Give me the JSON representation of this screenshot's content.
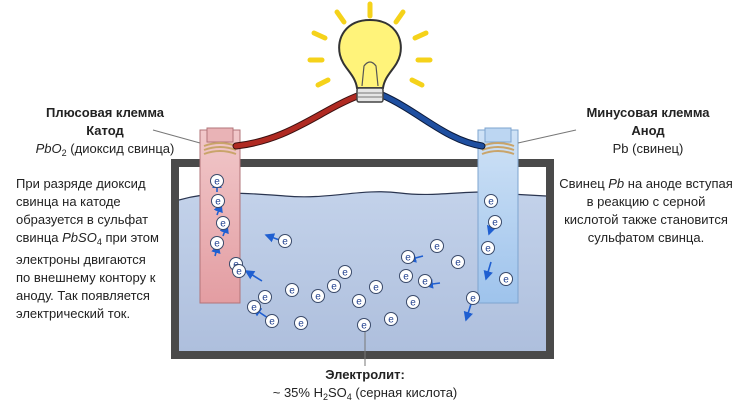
{
  "left": {
    "title1": "Плюсовая клемма",
    "title2": "Катод",
    "formula_a": "PbO",
    "formula_sub": "2",
    "formula_b": " (диоксид свинца)",
    "desc_line1": "При разряде диоксид",
    "desc_line2": "свинца на катоде",
    "desc_line3": "образуется в сульфат",
    "desc_line4_a": "свинца ",
    "desc_line4_b": "PbSO",
    "desc_line4_sub": "4",
    "desc_line4_c": " при этом",
    "desc_line5": "электроны двигаются",
    "desc_line6": "по внешнему контору к",
    "desc_line7": "аноду. Так появляется",
    "desc_line8": "электрический ток."
  },
  "right": {
    "title1": "Минусовая клемма",
    "title2": "Анод",
    "formula": "Pb (свинец)",
    "desc_line1_a": "Свинец ",
    "desc_line1_b": "Pb",
    "desc_line1_c": " на аноде вступая",
    "desc_line2": "в реакцию с серной",
    "desc_line3": "кислотой также становится",
    "desc_line4": "сульфатом свинца."
  },
  "electrolyte": {
    "title": "Электролит:",
    "line_a": "~ 35% H",
    "line_sub1": "2",
    "line_b": "SO",
    "line_sub2": "4",
    "line_c": " (серная кислота)"
  },
  "electron_symbol": "e",
  "colors": {
    "cathode": "#e8a7ab",
    "anode": "#a9cbef",
    "electrolyte": "#b7c9e4",
    "wire_red": "#b02a22",
    "wire_blue": "#1f4fa0",
    "bulb": "#fff37a",
    "rays": "#f5d21a",
    "arrow": "#1f5fd1",
    "frame": "#4a4a4a"
  },
  "icons": [
    "light-bulb-icon",
    "electron-icon",
    "arrow-icon"
  ]
}
